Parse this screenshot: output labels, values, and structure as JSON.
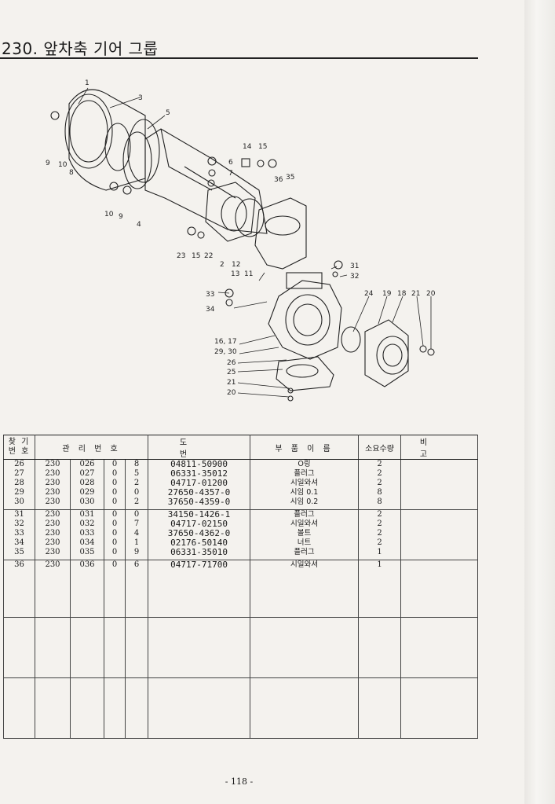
{
  "title": "230. 앞차축 기어 그룹",
  "table": {
    "headers": {
      "ref_line1": "찾 기",
      "ref_line2": "번 호",
      "mgmt": "관 리 번 호",
      "drawing": "도 번",
      "name": "부 품 이 름",
      "qty": "소요수량",
      "remarks": "비 고"
    },
    "groups": [
      [
        {
          "ref": "26",
          "a": "230",
          "b": "026",
          "c": "0",
          "d": "8",
          "pn": "04811-50900",
          "name": "O링",
          "qty": "2"
        },
        {
          "ref": "27",
          "a": "230",
          "b": "027",
          "c": "0",
          "d": "5",
          "pn": "06331-35012",
          "name": "플러그",
          "qty": "2"
        },
        {
          "ref": "28",
          "a": "230",
          "b": "028",
          "c": "0",
          "d": "2",
          "pn": "04717-01200",
          "name": "시일와셔",
          "qty": "2"
        },
        {
          "ref": "29",
          "a": "230",
          "b": "029",
          "c": "0",
          "d": "0",
          "pn": "27650-4357-0",
          "name": "시임 0.1",
          "qty": "8"
        },
        {
          "ref": "30",
          "a": "230",
          "b": "030",
          "c": "0",
          "d": "2",
          "pn": "37650-4359-0",
          "name": "시임 0.2",
          "qty": "8"
        }
      ],
      [
        {
          "ref": "31",
          "a": "230",
          "b": "031",
          "c": "0",
          "d": "0",
          "pn": "34150-1426-1",
          "name": "플러그",
          "qty": "2"
        },
        {
          "ref": "32",
          "a": "230",
          "b": "032",
          "c": "0",
          "d": "7",
          "pn": "04717-02150",
          "name": "시일와셔",
          "qty": "2"
        },
        {
          "ref": "33",
          "a": "230",
          "b": "033",
          "c": "0",
          "d": "4",
          "pn": "37650-4362-0",
          "name": "볼트",
          "qty": "2"
        },
        {
          "ref": "34",
          "a": "230",
          "b": "034",
          "c": "0",
          "d": "1",
          "pn": "02176-50140",
          "name": "너트",
          "qty": "2"
        },
        {
          "ref": "35",
          "a": "230",
          "b": "035",
          "c": "0",
          "d": "9",
          "pn": "06331-35010",
          "name": "플러그",
          "qty": "1"
        }
      ],
      [
        {
          "ref": "36",
          "a": "230",
          "b": "036",
          "c": "0",
          "d": "6",
          "pn": "04717-71700",
          "name": "시일와셔",
          "qty": "1"
        }
      ]
    ]
  },
  "diagram": {
    "callouts": [
      "1",
      "3",
      "5",
      "9",
      "10",
      "8",
      "6",
      "7",
      "14",
      "15",
      "36",
      "35",
      "10",
      "9",
      "4",
      "23",
      "15",
      "22",
      "2",
      "12",
      "13",
      "11",
      "31",
      "32",
      "33",
      "34",
      "24",
      "19",
      "18",
      "21",
      "20",
      "16, 17",
      "29, 30",
      "26",
      "25",
      "21",
      "20"
    ]
  },
  "page_number": "- 118 -"
}
